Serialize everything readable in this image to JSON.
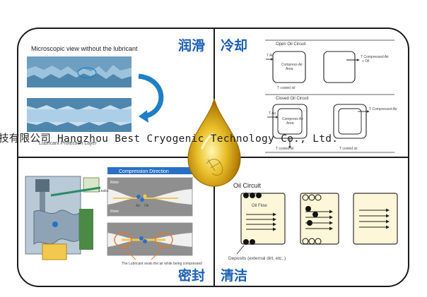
{
  "quadrants": {
    "lubrication": {
      "title": "润滑",
      "caption": "Microscopic view without the lubricant",
      "film_label": "Lubricant Protection Layer"
    },
    "cooling": {
      "title": "冷却",
      "open_circuit": {
        "heading": "Open Oil Circuit",
        "t_air": "T Air",
        "compress_air": "Compress Air",
        "area": "Area",
        "t_cooled_oil": "T cooled oil",
        "t_compressed": "T Compressed Air",
        "plus_oil": "+ Oil"
      },
      "closed_circuit": {
        "heading": "Closed Oil Circuit",
        "t_air": "T Air",
        "compress_air": "Compress Air",
        "area": "Area",
        "t_cooled_oil": "T cooled oil",
        "t_compressed": "T Compressed Air",
        "t_cooled_oil_2": "T cooled oil"
      }
    },
    "sealing": {
      "title": "密封",
      "compression_direction": "Compression Direction",
      "leaks": "Leaks",
      "rotor_top": "Rotor",
      "rotor_bottom": "Rotor",
      "air": "Air",
      "oil": "Oil",
      "note": "The Lubricant seals the air while being compressed"
    },
    "cleaning": {
      "title": "清洁",
      "oil_circuit": "Oil Circuit",
      "oil_flow": "Oil Flow",
      "deposits": "Deposits (external dirt, etc..)"
    }
  },
  "watermark": "技有限公司  Hangzhou Best Cryogenic Technology Co., Ltd.",
  "colors": {
    "frame": "#1a1a1a",
    "title_blue": "#1a5fb4",
    "oil_gold": "#d9a514",
    "surface_blue": "#8fb8d6",
    "arrow_blue": "#1e7fc4",
    "seal_orange": "#e07a30",
    "cleaning_fill": "#fdf6d8"
  },
  "icons": [
    "oil-drop-icon",
    "compressor-icon",
    "arrow-icon"
  ]
}
